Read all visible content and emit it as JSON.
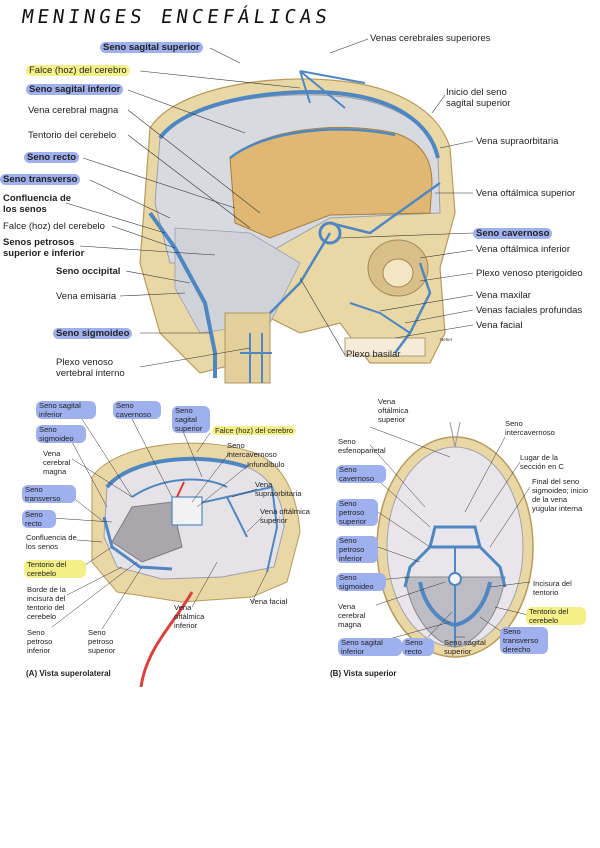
{
  "title": "MENINGES ENCEFÁLICAS",
  "credit": "Netter",
  "top_labels_left": [
    {
      "text": "Seno sagital superior",
      "hl": "blue"
    },
    {
      "text": "Falce (hoz) del cerebro",
      "hl": "yellow"
    },
    {
      "text": "Seno sagital inferior",
      "hl": "blue"
    },
    {
      "text": "Vena cerebral magna",
      "hl": ""
    },
    {
      "text": "Tentorio del cerebelo",
      "hl": ""
    },
    {
      "text": "Seno recto",
      "hl": "blue"
    },
    {
      "text": "Seno transverso",
      "hl": "blue"
    },
    {
      "text": "Confluencia de los senos",
      "hl": ""
    },
    {
      "text": "Falce (hoz) del cerebelo",
      "hl": ""
    },
    {
      "text": "Senos petrosos superior e inferior",
      "hl": ""
    },
    {
      "text": "Seno occipital",
      "hl": ""
    },
    {
      "text": "Vena emisaria",
      "hl": ""
    },
    {
      "text": "Seno sigmoideo",
      "hl": "blue"
    },
    {
      "text": "Plexo venoso vertebral interno",
      "hl": ""
    }
  ],
  "top_labels_right": [
    {
      "text": "Venas cerebrales superiores",
      "hl": ""
    },
    {
      "text": "Inicio del seno sagital superior",
      "hl": ""
    },
    {
      "text": "Vena supraorbitaria",
      "hl": ""
    },
    {
      "text": "Vena oftálmica superior",
      "hl": ""
    },
    {
      "text": "Seno cavernoso",
      "hl": "blue"
    },
    {
      "text": "Vena oftálmica inferior",
      "hl": ""
    },
    {
      "text": "Plexo venoso pterigoideo",
      "hl": ""
    },
    {
      "text": "Vena maxilar",
      "hl": ""
    },
    {
      "text": "Venas faciales profundas",
      "hl": ""
    },
    {
      "text": "Vena facial",
      "hl": ""
    },
    {
      "text": "Plexo basilar",
      "hl": ""
    }
  ],
  "panel_a": {
    "caption": "(A) Vista superolateral",
    "labels": [
      {
        "text": "Seno sagital inferior",
        "hl": "blue"
      },
      {
        "text": "Seno cavernoso",
        "hl": "blue"
      },
      {
        "text": "Seno sagital superior",
        "hl": "blue"
      },
      {
        "text": "Falce (hoz) del cerebro",
        "hl": "yellow"
      },
      {
        "text": "Seno sigmoideo",
        "hl": "blue"
      },
      {
        "text": "Seno intercavernoso",
        "hl": ""
      },
      {
        "text": "Vena cerebral magna",
        "hl": ""
      },
      {
        "text": "Infundíbulo",
        "hl": ""
      },
      {
        "text": "Vena supraorbitaria",
        "hl": ""
      },
      {
        "text": "Seno transverso",
        "hl": "blue"
      },
      {
        "text": "Vena oftálmica superior",
        "hl": ""
      },
      {
        "text": "Seno recto",
        "hl": "blue"
      },
      {
        "text": "Confluencia de los senos",
        "hl": ""
      },
      {
        "text": "Tentorio del cerebelo",
        "hl": "yellow"
      },
      {
        "text": "Borde de la incisura del tentorio del cerebelo",
        "hl": ""
      },
      {
        "text": "Seno petroso inferior",
        "hl": ""
      },
      {
        "text": "Seno petroso superior",
        "hl": ""
      },
      {
        "text": "Vena oftálmica inferior",
        "hl": ""
      },
      {
        "text": "Vena facial",
        "hl": ""
      }
    ]
  },
  "panel_b": {
    "caption": "(B) Vista superior",
    "labels": [
      {
        "text": "Vena oftálmica superior",
        "hl": ""
      },
      {
        "text": "Seno intercavernoso",
        "hl": ""
      },
      {
        "text": "Seno esfenoparietal",
        "hl": ""
      },
      {
        "text": "Lugar de la sección en C",
        "hl": ""
      },
      {
        "text": "Seno cavernoso",
        "hl": "blue"
      },
      {
        "text": "Final del seno sigmoideo; inicio de la vena yugular interna",
        "hl": ""
      },
      {
        "text": "Seno petroso superior",
        "hl": "blue"
      },
      {
        "text": "Seno petroso inferior",
        "hl": "blue"
      },
      {
        "text": "Seno sigmoideo",
        "hl": "blue"
      },
      {
        "text": "Incisura del tentorio",
        "hl": ""
      },
      {
        "text": "Tentorio del cerebelo",
        "hl": "yellow"
      },
      {
        "text": "Vena cerebral magna",
        "hl": ""
      },
      {
        "text": "Seno transverso derecho",
        "hl": "blue"
      },
      {
        "text": "Seno sagital inferior",
        "hl": "blue"
      },
      {
        "text": "Seno recto",
        "hl": "blue"
      },
      {
        "text": "Seno sagital superior",
        "hl": ""
      }
    ]
  },
  "colors": {
    "vein": "#4f87c2",
    "bone": "#e9d7a6",
    "dura": "#d8dae0",
    "brain_cavity": "#e0b873",
    "blue_highlight": "#9fb0ef",
    "yellow_highlight": "#f4ef86"
  }
}
